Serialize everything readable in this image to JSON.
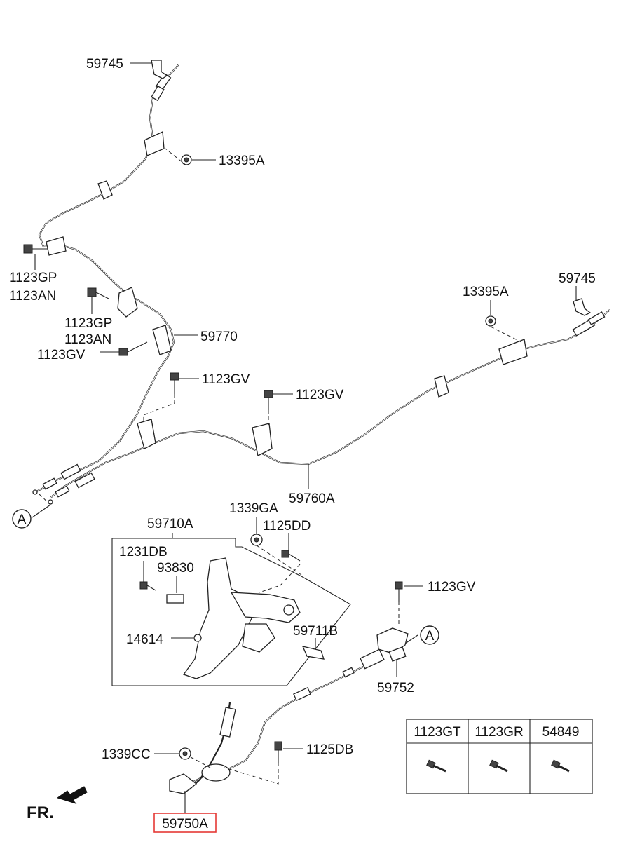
{
  "labels": {
    "p59745_top": "59745",
    "p13395a_top": "13395A",
    "p1123gp_1": "1123GP",
    "p1123an_1": "1123AN",
    "p1123gp_2": "1123GP",
    "p1123an_2": "1123AN",
    "p1123gv_1": "1123GV",
    "p59770": "59770",
    "p1123gv_2": "1123GV",
    "p1123gv_3": "1123GV",
    "p13395a_right": "13395A",
    "p59745_right": "59745",
    "p59760a": "59760A",
    "ref_a_left": "A",
    "p59710a": "59710A",
    "p1339ga": "1339GA",
    "p1125dd": "1125DD",
    "p1231db": "1231DB",
    "p93830": "93830",
    "p14614": "14614",
    "p59711b": "59711B",
    "p1123gv_4": "1123GV",
    "ref_a_right": "A",
    "p59752": "59752",
    "p1339cc": "1339CC",
    "p1125db": "1125DB",
    "p59750a": "59750A",
    "front": "FR."
  },
  "highlight_color": "#e53935",
  "fastener_table": {
    "headers": [
      "1123GT",
      "1123GR",
      "54849"
    ]
  }
}
